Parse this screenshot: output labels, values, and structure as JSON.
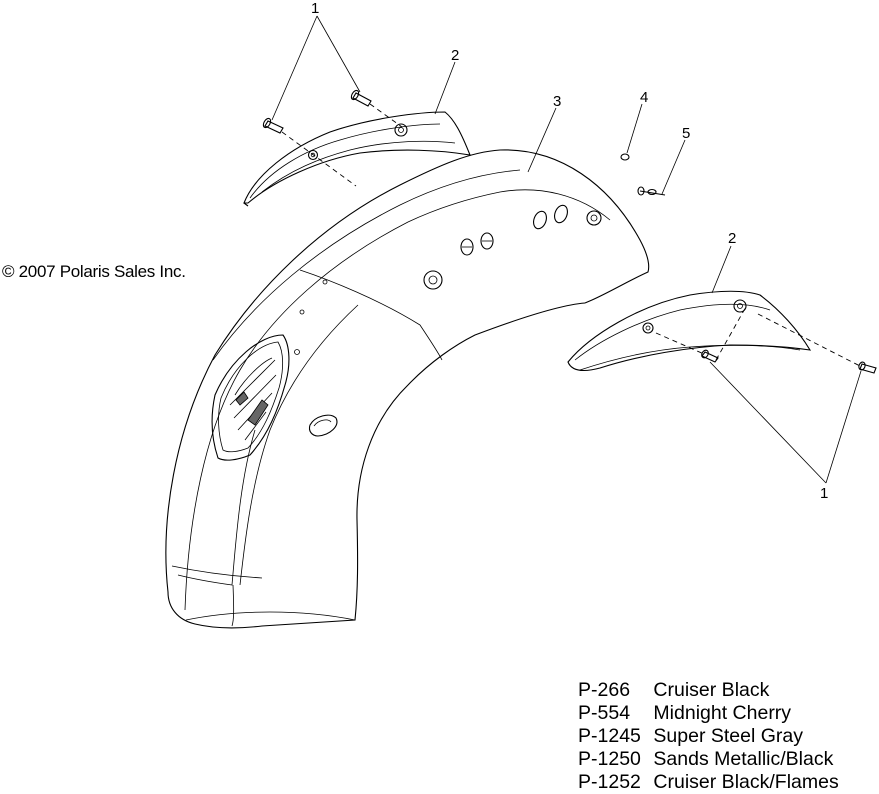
{
  "copyright": "© 2007 Polaris Sales Inc.",
  "callouts": {
    "c1_top": "1",
    "c2_top": "2",
    "c3": "3",
    "c4": "4",
    "c5": "5",
    "c2_right": "2",
    "c1_bottom": "1"
  },
  "legend": [
    {
      "code": "P-266",
      "name": "Cruiser Black"
    },
    {
      "code": "P-554",
      "name": "Midnight Cherry"
    },
    {
      "code": "P-1245",
      "name": "Super Steel Gray"
    },
    {
      "code": "P-1250",
      "name": "Sands Metallic/Black"
    },
    {
      "code": "P-1252",
      "name": "Cruiser Black/Flames"
    }
  ]
}
